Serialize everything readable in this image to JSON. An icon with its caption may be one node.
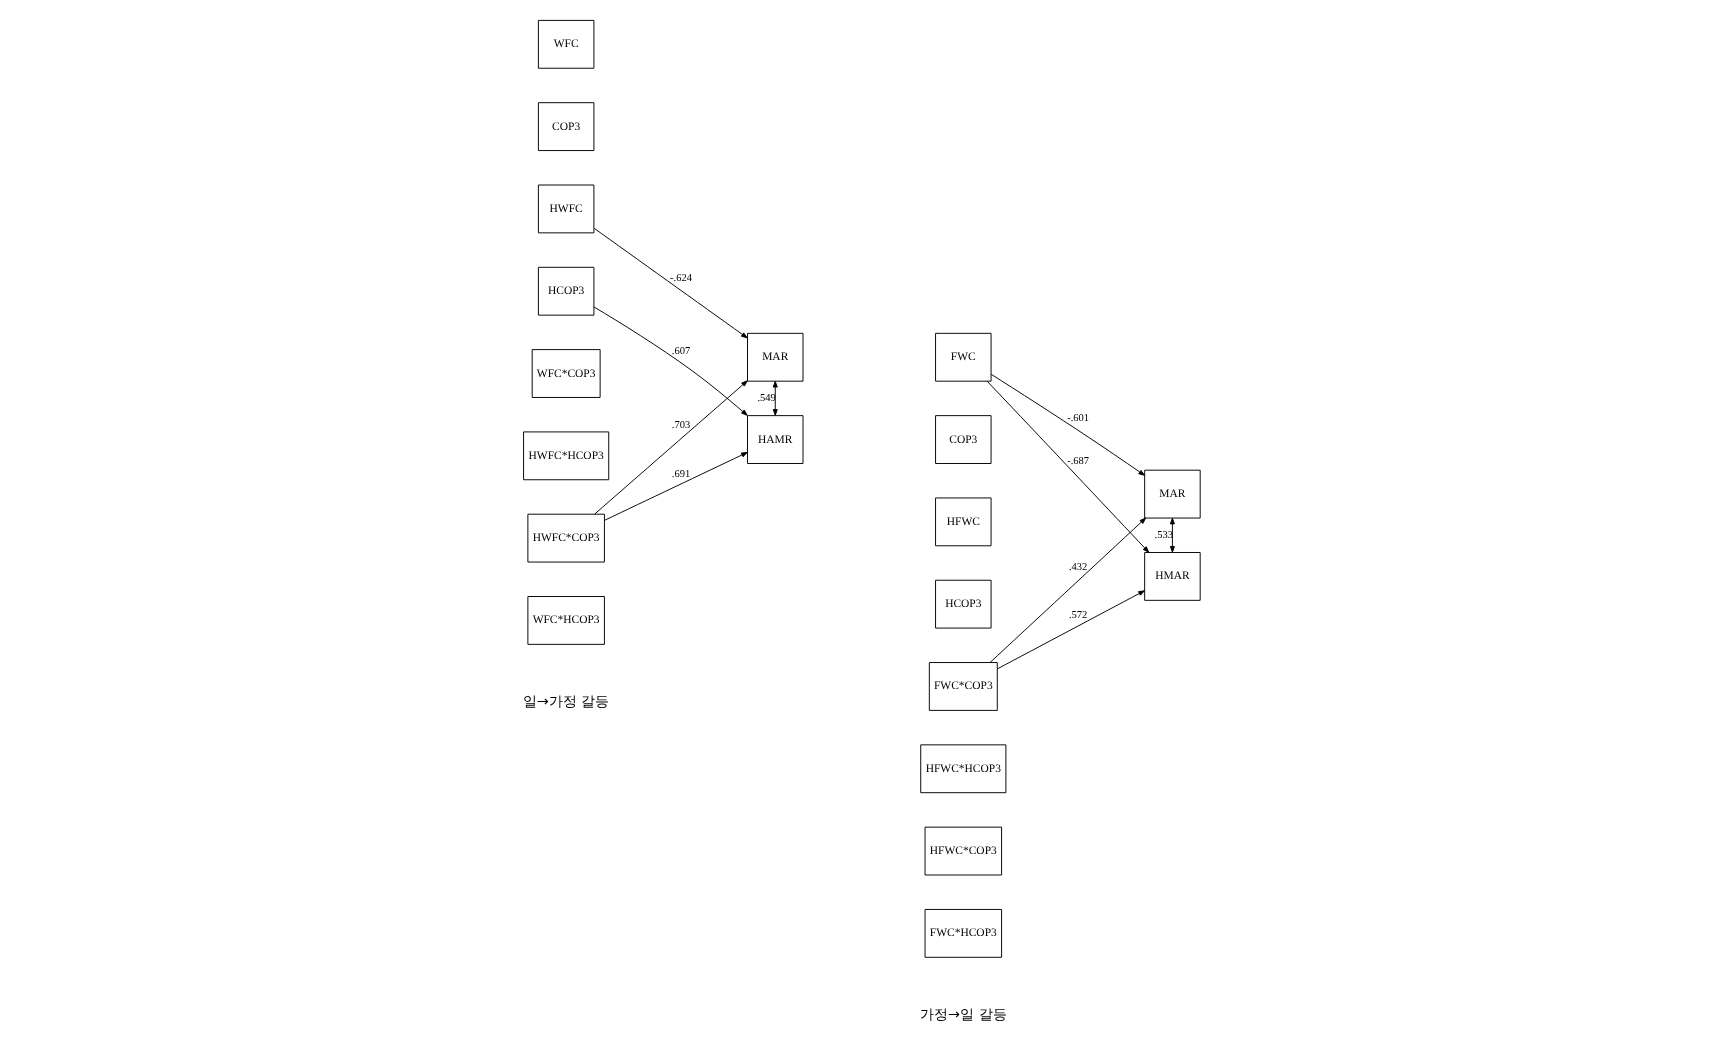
{
  "diagram": {
    "nodes": [
      {
        "text": [
          "WFC"
        ]
      },
      {
        "text": [
          "COP3"
        ]
      },
      {
        "text": [
          "HWFC"
        ]
      },
      {
        "text": [
          "HCOP3"
        ]
      },
      {
        "text": [
          "WFC*COP3"
        ]
      },
      {
        "text": [
          "HWFC*HCOP3"
        ]
      },
      {
        "text": [
          "HWFC*COP3"
        ]
      },
      {
        "text": [
          "WFC*HCOP3"
        ]
      },
      {
        "text": [
          "MAR"
        ]
      },
      {
        "text": [
          "HAMR"
        ]
      },
      {
        "text": [
          "FWC"
        ]
      },
      {
        "text": [
          "COP3"
        ]
      },
      {
        "text": [
          "HFWC"
        ]
      },
      {
        "text": [
          "HCOP3"
        ]
      },
      {
        "text": [
          "FWC*COP3"
        ]
      },
      {
        "text": [
          "HFWC*HCOP3"
        ]
      },
      {
        "text": [
          "HFWC*COP3"
        ]
      },
      {
        "text": [
          "FWC*HCOP3"
        ]
      },
      {
        "text": [
          "MAR"
        ]
      },
      {
        "text": [
          "HMAR"
        ]
      }
    ],
    "edges": [
      {
        "from": 2,
        "to": 8,
        "arrow": "to",
        "label": "-.624"
      },
      {
        "from": 6,
        "to": 8,
        "arrow": "to",
        "label": ".703"
      },
      {
        "from": 3,
        "to": 9,
        "arrow": "to",
        "label": ".607"
      },
      {
        "from": 6,
        "to": 9,
        "arrow": "to",
        "label": ".691"
      },
      {
        "from": 8,
        "to": 9,
        "arrow": "both",
        "label": ".549"
      },
      {
        "from": 10,
        "to": 18,
        "arrow": "to",
        "label": "-.601"
      },
      {
        "from": 14,
        "to": 18,
        "arrow": "to",
        "label": ".432"
      },
      {
        "from": 10,
        "to": 19,
        "arrow": "to",
        "label": "-.687"
      },
      {
        "from": 14,
        "to": 19,
        "arrow": "to",
        "label": ".572"
      },
      {
        "from": 18,
        "to": 19,
        "arrow": "both",
        "label": ".533"
      }
    ],
    "labels": [
      "일→가정 갈등",
      "가정→일 갈등"
    ]
  }
}
